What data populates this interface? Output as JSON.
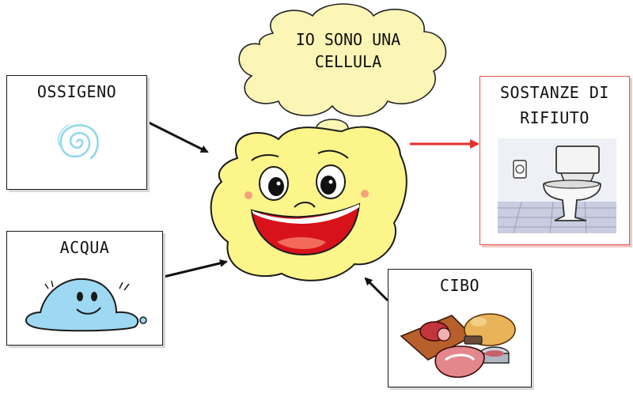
{
  "thought_bubble": {
    "line1": "IO SONO UNA",
    "line2": "CELLULA"
  },
  "boxes": {
    "oxygen": {
      "label": "OSSIGENO"
    },
    "water": {
      "label": "ACQUA"
    },
    "waste": {
      "label_line1": "SOSTANZE DI",
      "label_line2": "RIFIUTO"
    },
    "food": {
      "label": "CIBO"
    }
  },
  "colors": {
    "cell_fill": "#fcf58a",
    "cloud_fill": "#fbf5b6",
    "waste_border": "#e8504a",
    "waste_arrow": "#e8302a",
    "input_arrow": "#111111",
    "water_drop": "#9ed8f2",
    "oxygen_swirl": "#8fd6ec"
  },
  "icons": {
    "oxygen": "oxygen-swirl-icon",
    "water": "water-drop-icon",
    "waste": "toilet-icon",
    "food": "food-platter-icon",
    "cell": "smiling-cell-character"
  }
}
